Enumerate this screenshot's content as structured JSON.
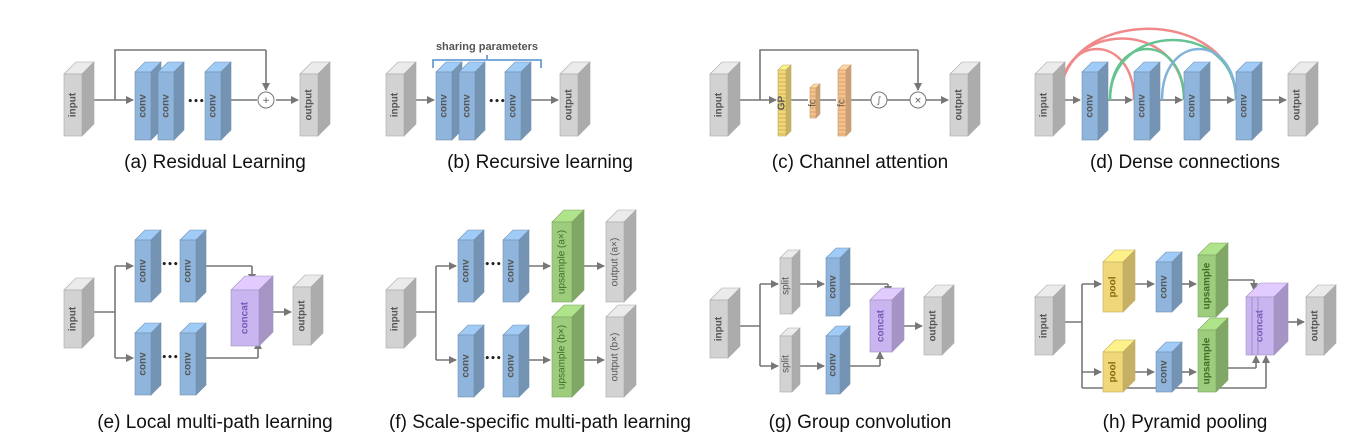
{
  "panels": {
    "a": {
      "caption": "(a) Residual Learning",
      "input": "input",
      "conv": "conv",
      "output": "output",
      "add": "+",
      "dots": "•••"
    },
    "b": {
      "caption": "(b) Recursive learning",
      "input": "input",
      "conv": "conv",
      "output": "output",
      "sharing": "sharing parameters",
      "dots": "•••"
    },
    "c": {
      "caption": "(c) Channel attention",
      "input": "input",
      "output": "output",
      "gp": "GP",
      "fc": "fc",
      "sig": "∫",
      "mul": "×"
    },
    "d": {
      "caption": "(d) Dense connections",
      "input": "input",
      "conv": "conv",
      "output": "output"
    },
    "e": {
      "caption": "(e) Local multi-path learning",
      "input": "input",
      "conv": "conv",
      "concat": "concat",
      "output": "output",
      "dots": "•••"
    },
    "f": {
      "caption": "(f) Scale-specific multi-path learning",
      "input": "input",
      "conv": "conv",
      "up_a": "upsample (a×)",
      "up_b": "upsample (b×)",
      "out_a": "output (a×)",
      "out_b": "output (b×)",
      "dots": "•••"
    },
    "g": {
      "caption": "(g) Group convolution",
      "input": "input",
      "split": "split",
      "conv": "conv",
      "concat": "concat",
      "output": "output"
    },
    "h": {
      "caption": "(h) Pyramid pooling",
      "input": "input",
      "pool": "pool",
      "conv": "conv",
      "upsample": "upsample",
      "concat": "concat",
      "output": "output"
    }
  },
  "colors": {
    "gray": "#d2d2d2",
    "blue": "#8fb5dc",
    "green": "#9ccc7c",
    "purple": "#c9b5ef",
    "yellow": "#f0d77a",
    "orange": "#f5c28f",
    "red_arc": "#f08a8a",
    "green_arc": "#66c391",
    "blue_arc": "#7fb3db",
    "bracket": "#6a9fd6",
    "arrow": "#777777"
  }
}
